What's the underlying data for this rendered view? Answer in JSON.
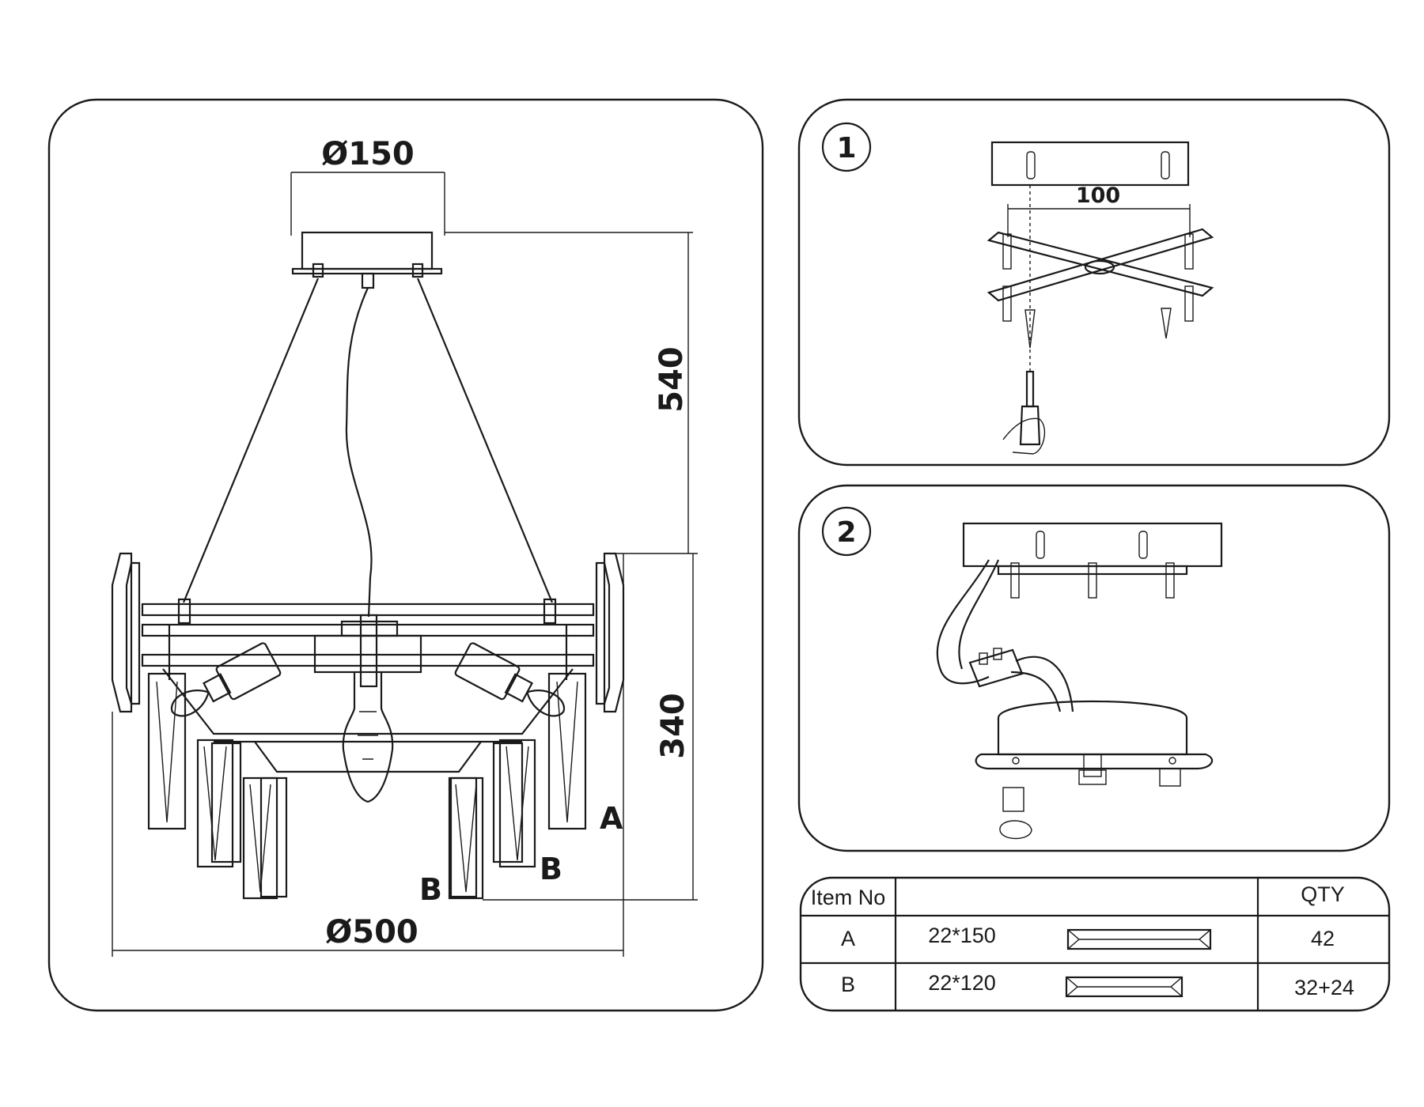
{
  "main_drawing": {
    "dim_top_diameter": "Ø150",
    "dim_drop_height": "540",
    "dim_body_height": "340",
    "dim_bottom_diameter": "Ø500",
    "label_a": "A",
    "label_b_left": "B",
    "label_b_right": "B"
  },
  "step1": {
    "number": "1",
    "dim_spacing": "100"
  },
  "step2": {
    "number": "2"
  },
  "parts_table": {
    "header_item": "Item No",
    "header_qty": "QTY",
    "rows": [
      {
        "item": "A",
        "size": "22*150",
        "qty": "42"
      },
      {
        "item": "B",
        "size": "22*120",
        "qty": "32+24"
      }
    ]
  }
}
